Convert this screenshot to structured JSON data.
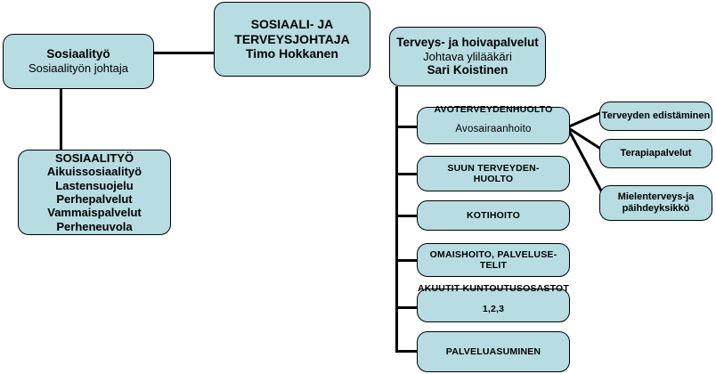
{
  "diagram": {
    "type": "organizational-chart",
    "language": "fi",
    "colors": {
      "node_fill": "#b7dde2",
      "node_border": "#000000",
      "connector": "#000000",
      "background": "#ffffff",
      "text": "#000000"
    }
  },
  "nodes": {
    "sosiaalityo_head": {
      "title": "Sosiaalityö",
      "subtitle": "Sosiaalityön johtaja"
    },
    "director": {
      "line1": "SOSIAALI- JA",
      "line2": "TERVEYSJOHTAJA",
      "line3": "Timo Hokkanen"
    },
    "sosiaalityo_unit": {
      "heading": "SOSIAALITYÖ",
      "items": [
        "Aikuissosiaalityö",
        "Lastensuojelu",
        "Perhepalvelut",
        "Vammaispalvelut",
        "Perheneuvola"
      ]
    },
    "terveys_head": {
      "title": "Terveys-  ja hoivapalvelut",
      "subtitle": "Johtava  ylilääkäri",
      "name": "Sari Koistinen"
    },
    "health_units": [
      {
        "key": "avoterveydenhuolto",
        "line1": "AVOTERVEYDENHUOLTO",
        "line2": "Avosairaanhoito"
      },
      {
        "key": "suun-terveydenhuolto",
        "line1": "SUUN  TERVEYDEN-",
        "line2": "HUOLTO"
      },
      {
        "key": "kotihoito",
        "line1": "KOTIHOITO",
        "line2": ""
      },
      {
        "key": "omaishoito",
        "line1": "OMAISHOITO, PALVELUSE-",
        "line2": "TELIT"
      },
      {
        "key": "akuutit-kuntoutusosastot",
        "line1": "AKUUTIT KUNTOUTUSOSASTOT",
        "line2": "1,2,3"
      },
      {
        "key": "palveluasuminen",
        "line1": "PALVELUASUMINEN",
        "line2": ""
      }
    ],
    "avo_children": [
      {
        "key": "terveyden-edistaminen",
        "line1": "Terveyden edistäminen",
        "line2": ""
      },
      {
        "key": "terapiapalvelut",
        "line1": "Terapiapalvelut",
        "line2": ""
      },
      {
        "key": "mielenterveys",
        "line1": "Mielenterveys-ja",
        "line2": "päihdeyksikkö"
      }
    ]
  }
}
